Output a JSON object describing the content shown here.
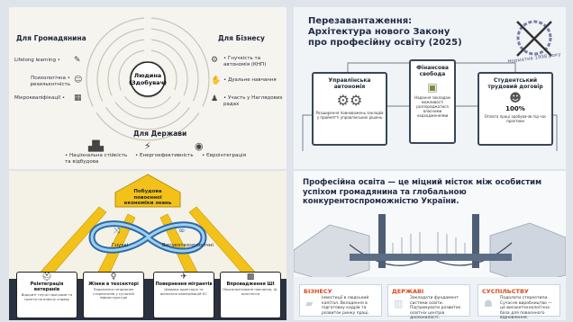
{
  "panel1": {
    "left_heading": "Для Громадянина",
    "right_heading": "Для Бізнесу",
    "bottom_heading": "Для Держави",
    "center_line1": "Людина",
    "center_line2": "(Здобувач)",
    "left_items": [
      "Lifelong learning •",
      "Психологічна • резильєнтність",
      "Мікрокваліфікації •"
    ],
    "right_items": [
      "• Гнучкість та автономія (КНП)",
      "• Дуальне навчання",
      "• Участь у Наглядових радах"
    ],
    "bottom_items": [
      "• Національна стійкість та відбудова",
      "• Енергоефективність",
      "• Євроінтеграція"
    ]
  },
  "panel2": {
    "title_line1": "Перезавантаження:",
    "title_line2": "Архітектура нового Закону",
    "title_line3": "про професійну освіту (2025)",
    "stamp": "Норматив 1998 року",
    "center_card_title": "Фінансова свобода",
    "left_card_title": "Управлінська автономія",
    "right_card_title": "Студентський трудовий договір",
    "right_card_value": "100%",
    "center_card_text": "Надання закладам можливості розпоряджатися власними надходженнями",
    "left_card_text": "Розширення повноважень закладів у прийнятті управлінських рішень",
    "right_card_text": "Оплата праці здобувачів під час практики"
  },
  "panel3": {
    "top_label_line1": "Побудова",
    "top_label_line2": "повоєнної",
    "top_label_line3": "економіки знань",
    "loop_left": "Гнучкі",
    "loop_right": "Високотехнологічні",
    "pillars": [
      {
        "title": "Реінтеграція ветеранів",
        "text": "Відкриті гнучкі програми та гранти на власну справу"
      },
      {
        "title": "Жінки в техсекторі",
        "text": "Подолання гендерних стереотипів у сучасній інфраструктурі"
      },
      {
        "title": "Повернення мігрантів",
        "text": "Швидка адаптація та визнання кваліфікацій ЄС"
      },
      {
        "title": "Впровадження ШІ",
        "text": "Персоналізоване навчання, AI-асистенти"
      }
    ]
  },
  "panel4": {
    "title": "Професійна освіта — це міцний місток між особистим успіхом громадянина та глобальною конкурентоспроможністю України.",
    "cards": [
      {
        "label": "БІЗНЕСУ",
        "text": "Інвестиції в людський капітал. Вкладення в підготовку кадрів та розвиток ринку праці."
      },
      {
        "label": "ДЕРЖАВІ",
        "text": "Закладати фундамент системи освіти. Підтримувати розвиток освітніх центрів досконалості."
      },
      {
        "label": "СУСПІЛЬСТВУ",
        "text": "Подолати стереотипи. Сучасне виробництво — це високотехнологічна база для повоєнного відновлення."
      }
    ]
  },
  "colors": {
    "accent_orange": "#d84b1d",
    "navy": "#1f2a44",
    "gold": "#f2c21a",
    "bridge_blue": "#5b6e86"
  }
}
